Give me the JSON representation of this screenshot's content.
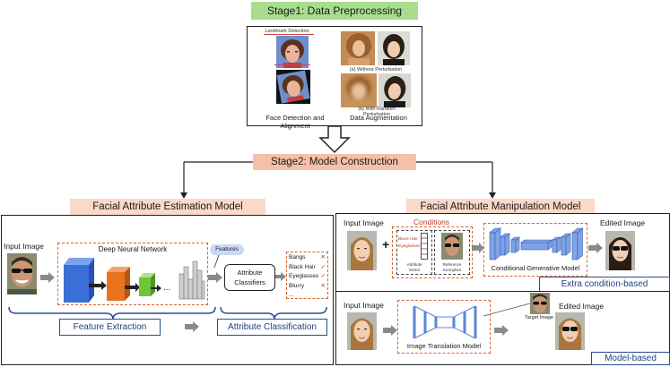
{
  "stage1": {
    "title": "Stage1: Data Preprocessing"
  },
  "preprocessing": {
    "landmark_label": "Landmark Detection",
    "left_caption": "Face Detection and Alignment",
    "right_caption": "Data Augmentation",
    "aug_label_1": "(a) Without Perturbation",
    "aug_label_2": "(b) With Random Perturbation"
  },
  "stage2": {
    "title": "Stage2: Model Construction"
  },
  "estimation": {
    "title": "Facial Attribute Estimation Model",
    "input_label": "Input Image",
    "dnn_label": "Deep Neural Network",
    "dots": "...",
    "features_label": "Features",
    "classifier_label_1": "Attribute",
    "classifier_label_2": "Classifiers",
    "attributes": [
      {
        "name": "Bangs",
        "mark": "✕"
      },
      {
        "name": "Black Hair",
        "mark": "✓"
      },
      {
        "name": "Eyeglasses",
        "mark": "✓"
      },
      {
        "name": "Blurry",
        "mark": "✕"
      },
      {
        "name": "...",
        "mark": ""
      }
    ],
    "feature_extraction": "Feature Extraction",
    "attribute_classification": "Attribute Classification"
  },
  "manipulation": {
    "title": "Facial Attribute Manipulation Model",
    "extra": {
      "input_label": "Input Image",
      "plus": "+",
      "conditions_label": "Conditions",
      "cond_text_1": "Black Hair",
      "cond_text_2": "Eyeglasses",
      "attr_vector_label_1": "Attribute",
      "attr_vector_label_2": "Vector",
      "ref_label_1": "Reference",
      "ref_label_2": "exemplars",
      "gen_label": "Conditional Generative Model",
      "edited_label": "Edited Image",
      "tag": "Extra condition-based"
    },
    "model": {
      "input_label": "Input Image",
      "target_label": "Target Image",
      "trans_label": "Image Translation Model",
      "edited_label": "Edited Image",
      "tag": "Model-based"
    }
  },
  "colors": {
    "stage1_bg": "#a9dd8e",
    "stage2_bg": "#f5c0a8",
    "model_header_bg": "#fbd9c8",
    "dashed_accent": "#d7652a",
    "layer_blue": "#3a6fd8",
    "layer_orange": "#e8731c",
    "layer_green": "#6ec43a",
    "tag_blue": "#1f3f80",
    "network_blue": "#5b86d6"
  },
  "icons": [
    "arrow-right-icon",
    "down-arrow-icon",
    "check-icon",
    "cross-icon"
  ]
}
